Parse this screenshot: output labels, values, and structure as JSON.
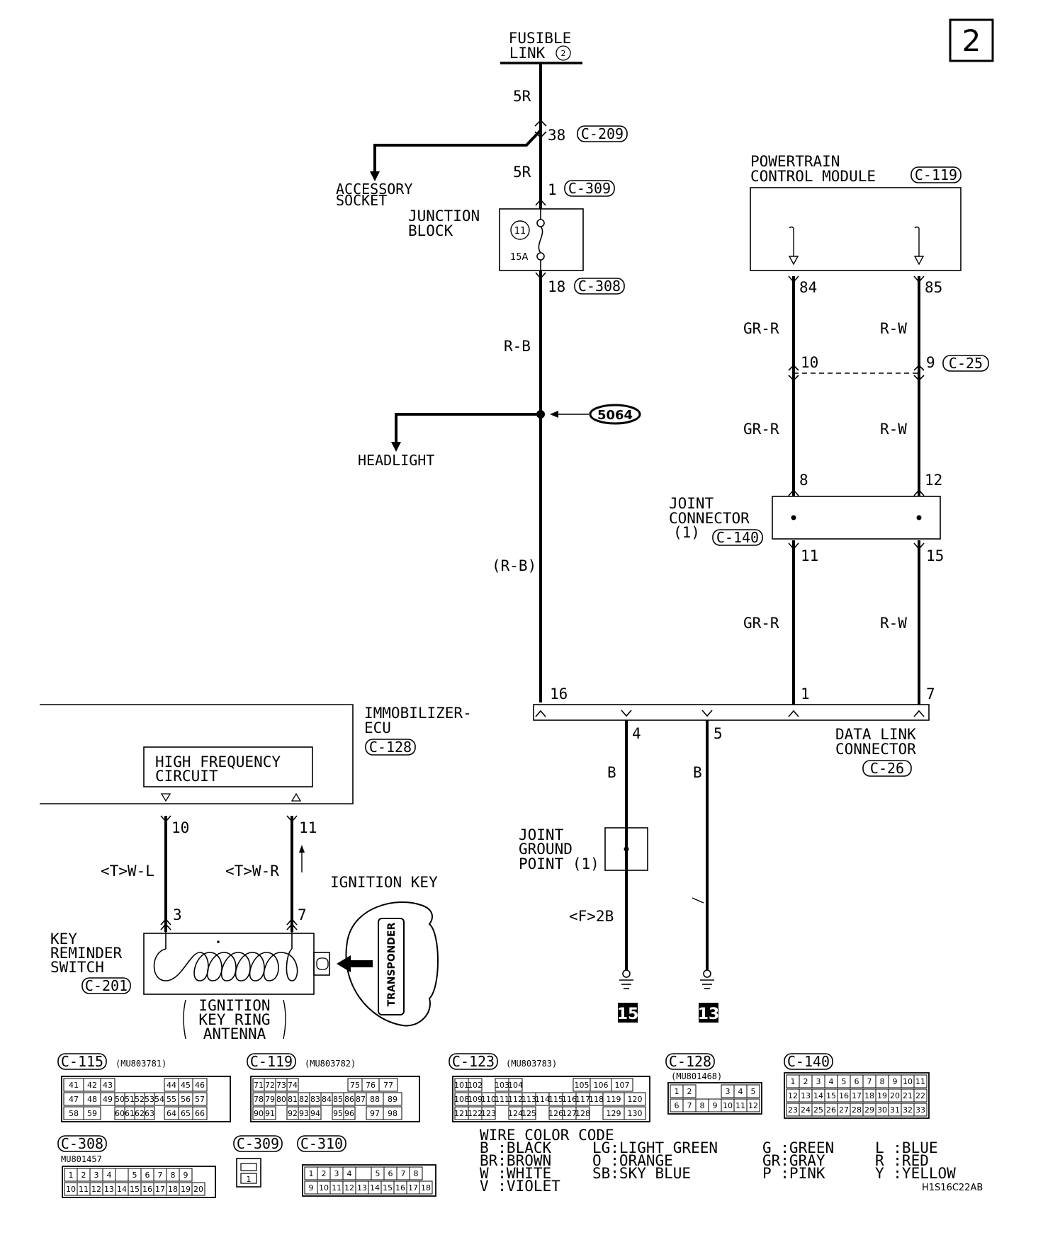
{
  "page_number": "2",
  "fusible_link": {
    "line1": "FUSIBLE",
    "line2": "LINK",
    "num": "2"
  },
  "wires": {
    "w5r_a": "5R",
    "w5r_b": "5R",
    "rb": "R-B",
    "rb_paren": "(R-B)",
    "grr_1": "GR-R",
    "grr_2": "GR-R",
    "grr_3": "GR-R",
    "rw_1": "R-W",
    "rw_2": "R-W",
    "rw_3": "R-W",
    "b_1": "B",
    "b_2": "B",
    "f2b": "<F>2B",
    "twl": "<T>W-L",
    "twr": "<T>W-R"
  },
  "connectors": {
    "c209": "C-209",
    "c309": "C-309",
    "c308": "C-308",
    "c119": "C-119",
    "c25": "C-25",
    "c140": "C-140",
    "c26": "C-26",
    "c128": "C-128",
    "c201": "C-201"
  },
  "pins": {
    "p38": "38",
    "p1": "1",
    "p18": "18",
    "p84": "84",
    "p85": "85",
    "p10a": "10",
    "p9": "9",
    "p8": "8",
    "p12": "12",
    "p11a": "11",
    "p15": "15",
    "p16": "16",
    "p1b": "1",
    "p7a": "7",
    "p4": "4",
    "p5": "5",
    "p10b": "10",
    "p11b": "11",
    "p3": "3",
    "p7b": "7"
  },
  "labels": {
    "accessory1": "ACCESSORY",
    "accessory2": "SOCKET",
    "junction1": "JUNCTION",
    "junction2": "BLOCK",
    "fuse_num": "11",
    "fuse_amp": "15A",
    "pcm1": "POWERTRAIN",
    "pcm2": "CONTROL MODULE",
    "splice": "5064",
    "headlight": "HEADLIGHT",
    "joint1": "JOINT",
    "joint2": "CONNECTOR",
    "joint3": "(1)",
    "dlc1": "DATA LINK",
    "dlc2": "CONNECTOR",
    "immo1": "IMMOBILIZER-",
    "immo2": "ECU",
    "hf1": "HIGH FREQUENCY",
    "hf2": "CIRCUIT",
    "ignition_key": "IGNITION KEY",
    "krs1": "KEY",
    "krs2": "REMINDER",
    "krs3": "SWITCH",
    "ant1": "IGNITION",
    "ant2": "KEY RING",
    "ant3": "ANTENNA",
    "transponder": "TRANSPONDER",
    "jgp1": "JOINT",
    "jgp2": "GROUND",
    "jgp3": "POINT (1)",
    "ground15": "15",
    "ground13": "13"
  },
  "connector_views": {
    "c115": {
      "name": "C-115",
      "part": "(MU803781)"
    },
    "c119": {
      "name": "C-119",
      "part": "(MU803782)"
    },
    "c123": {
      "name": "C-123",
      "part": "(MU803783)"
    },
    "c128": {
      "name": "C-128",
      "part": "(MU801468)"
    },
    "c140": {
      "name": "C-140"
    },
    "c308": {
      "name": "C-308",
      "part": "MU801457"
    },
    "c309": {
      "name": "C-309",
      "pin": "1"
    },
    "c310": {
      "name": "C-310"
    }
  },
  "wire_color_code": {
    "title": "WIRE COLOR CODE",
    "col1": [
      "B :BLACK",
      "BR:BROWN",
      "W :WHITE",
      "V :VIOLET"
    ],
    "col2": [
      "LG:LIGHT GREEN",
      "O :ORANGE",
      "SB:SKY BLUE"
    ],
    "col3": [
      "G :GREEN",
      "GR:GRAY",
      "P :PINK"
    ],
    "col4": [
      "L :BLUE",
      "R :RED",
      "Y :YELLOW"
    ]
  },
  "drawing_code": "H1S16C22AB"
}
